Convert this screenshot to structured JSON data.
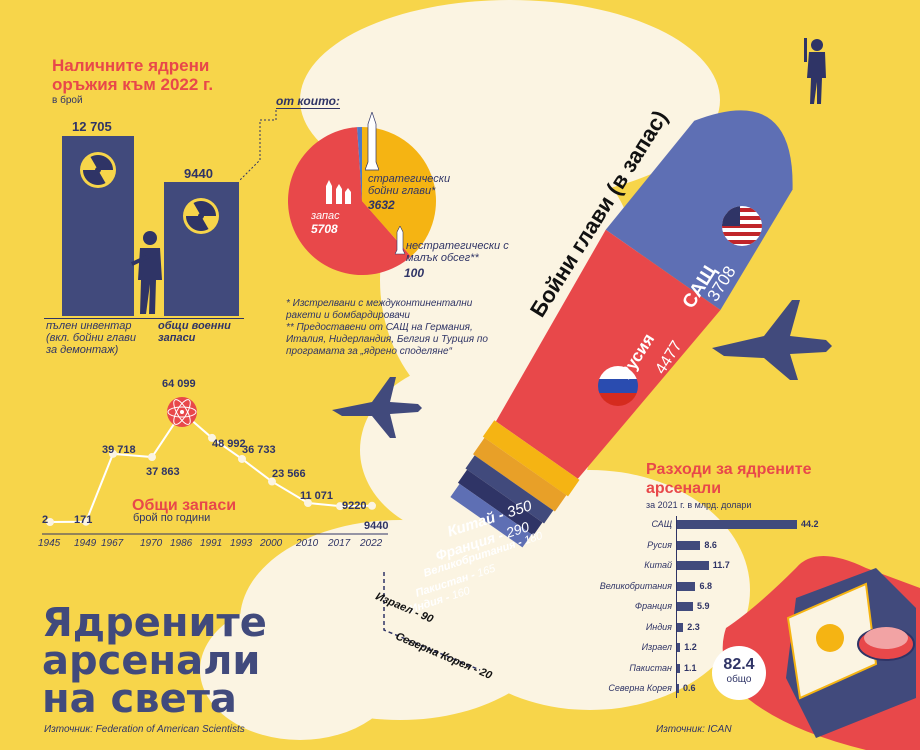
{
  "inventory": {
    "title_line1": "Наличните ядрени",
    "title_line2": "оръжия към 2022 г.",
    "unit": "в брой",
    "total_value": "12 705",
    "total_label_l1": "пълен инвентар",
    "total_label_l2": "(вкл. бойни глави",
    "total_label_l3": "за демонтаж)",
    "military_value": "9440",
    "military_label_l1": "общи военни",
    "military_label_l2": "запаси"
  },
  "pie": {
    "header": "от които:",
    "strategic_label_l1": "стратегически",
    "strategic_label_l2": "бойни глави*",
    "strategic_value": "3632",
    "reserve_label": "запас",
    "reserve_value": "5708",
    "nonstrategic_label_l1": "нестратегически с",
    "nonstrategic_label_l2": "малък обсег**",
    "nonstrategic_value": "100"
  },
  "notes": {
    "n1_l1": "* Изстрелвани с междуконтинентални",
    "n1_l2": "ракети и бомбардировачи",
    "n2_l1": "** Предоставени от САЩ на Германия,",
    "n2_l2": "Италия, Нидерландия, Белгия и Турция по",
    "n2_l3": "програмата за „ядрено споделяне“"
  },
  "timeline": {
    "title": "Общи запаси",
    "subtitle": "брой по години",
    "years": [
      "1945",
      "1949",
      "1967",
      "1970",
      "1986",
      "1991",
      "1993",
      "2000",
      "2010",
      "2017",
      "2022"
    ],
    "value_labels": [
      "2",
      "171",
      "39 718",
      "37 863",
      "64 099",
      "48 992",
      "36 733",
      "23 566",
      "11 071",
      "9220",
      "9440"
    ]
  },
  "rocket": {
    "label": "Бойни глави (в запас)",
    "usa_label": "САЩ",
    "usa_value": "3708",
    "russia_label": "Русия",
    "russia_value": "4477",
    "bands": [
      {
        "name": "Китай",
        "value": "350"
      },
      {
        "name": "Франция",
        "value": "290"
      },
      {
        "name": "Великобритания",
        "value": "180"
      },
      {
        "name": "Пакистан",
        "value": "165"
      },
      {
        "name": "Индия",
        "value": "160"
      }
    ],
    "israel": "Израел - 90",
    "north_korea": "Северна Корея - 20"
  },
  "spending": {
    "title_line1": "Разходи за ядрените",
    "title_line2": "арсенали",
    "subtitle": "за 2021 г. в млрд. долари",
    "countries": [
      "САЩ",
      "Русия",
      "Китай",
      "Великобритания",
      "Франция",
      "Индия",
      "Израел",
      "Пакистан",
      "Северна Корея"
    ],
    "values": [
      "44.2",
      "8.6",
      "11.7",
      "6.8",
      "5.9",
      "2.3",
      "1.2",
      "1.1",
      "0.6"
    ],
    "total_value": "82.4",
    "total_label": "общо"
  },
  "main_title": {
    "l1": "Ядрените",
    "l2": "арсенали",
    "l3": "на света"
  },
  "sources": {
    "left": "Източник: Federation of American Scientists",
    "right": "Източник: ICAN"
  },
  "chart_data": [
    {
      "type": "bar",
      "title": "Наличните ядрени оръжия към 2022 г.",
      "ylabel": "в брой",
      "categories": [
        "пълен инвентар (вкл. бойни глави за демонтаж)",
        "общи военни запаси"
      ],
      "values": [
        12705,
        9440
      ]
    },
    {
      "type": "pie",
      "categories": [
        "стратегически бойни глави",
        "запас",
        "нестратегически с малък обсег"
      ],
      "values": [
        3632,
        5708,
        100
      ]
    },
    {
      "type": "line",
      "title": "Общи запаси",
      "subtitle": "брой по години",
      "x": [
        1945,
        1949,
        1967,
        1970,
        1986,
        1991,
        1993,
        2000,
        2010,
        2017,
        2022
      ],
      "values": [
        2,
        171,
        39718,
        37863,
        64099,
        48992,
        36733,
        23566,
        11071,
        9220,
        9440
      ]
    },
    {
      "type": "bar",
      "title": "Бойни глави (в запас)",
      "categories": [
        "Русия",
        "САЩ",
        "Китай",
        "Франция",
        "Великобритания",
        "Пакистан",
        "Индия",
        "Израел",
        "Северна Корея"
      ],
      "values": [
        4477,
        3708,
        350,
        290,
        180,
        165,
        160,
        90,
        20
      ]
    },
    {
      "type": "bar",
      "title": "Разходи за ядрените арсенали",
      "subtitle": "за 2021 г. в млрд. долари",
      "categories": [
        "САЩ",
        "Русия",
        "Китай",
        "Великобритания",
        "Франция",
        "Индия",
        "Израел",
        "Пакистан",
        "Северна Корея"
      ],
      "values": [
        44.2,
        8.6,
        11.7,
        6.8,
        5.9,
        2.3,
        1.2,
        1.1,
        0.6
      ],
      "total": 82.4
    }
  ]
}
